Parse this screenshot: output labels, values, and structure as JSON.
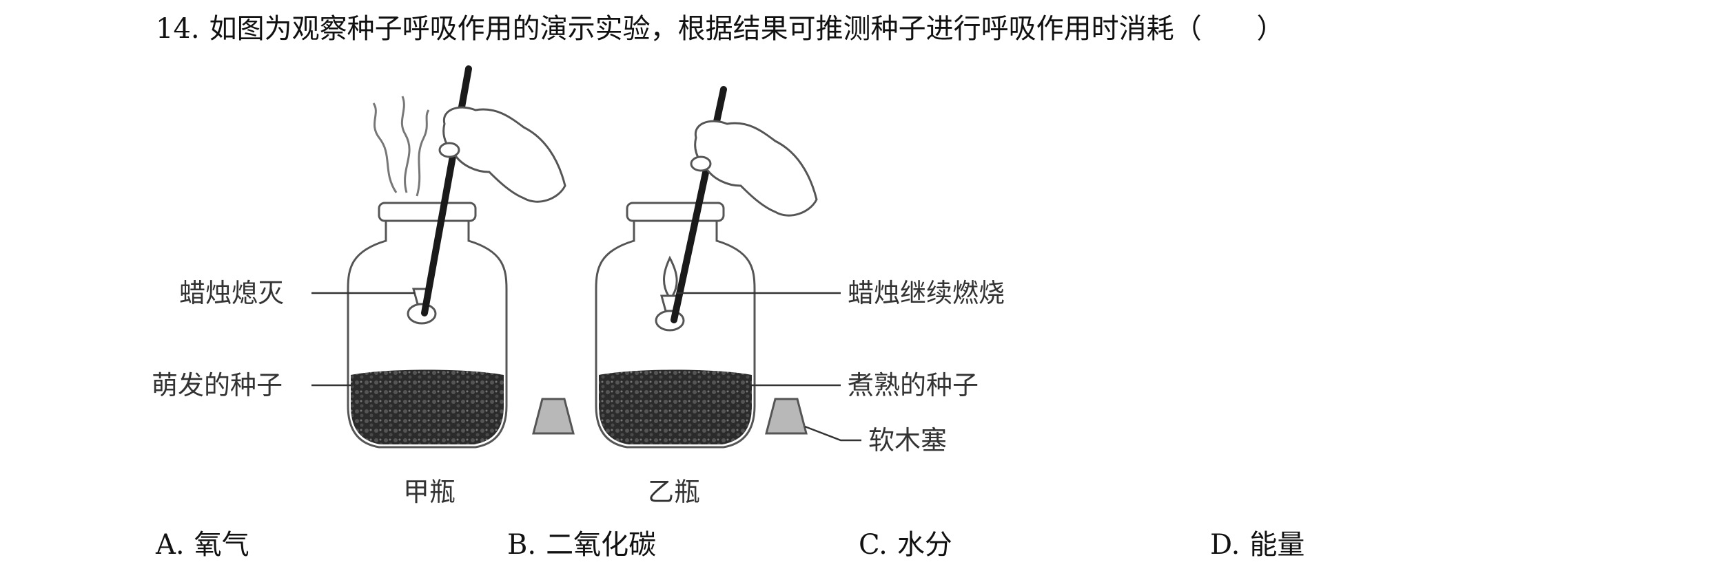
{
  "question": {
    "number": "14.",
    "text": "如图为观察种子呼吸作用的演示实验，根据结果可推测种子进行呼吸作用时消耗（　　）"
  },
  "figure": {
    "labels": {
      "candle_out": "蜡烛熄灭",
      "germinating_seeds": "萌发的种子",
      "candle_burning": "蜡烛继续燃烧",
      "cooked_seeds": "煮熟的种子",
      "cork": "软木塞",
      "jar_a": "甲瓶",
      "jar_b": "乙瓶"
    }
  },
  "options": [
    {
      "key": "A.",
      "text": "氧气"
    },
    {
      "key": "B.",
      "text": "二氧化碳"
    },
    {
      "key": "C.",
      "text": "水分"
    },
    {
      "key": "D.",
      "text": "能量"
    }
  ]
}
